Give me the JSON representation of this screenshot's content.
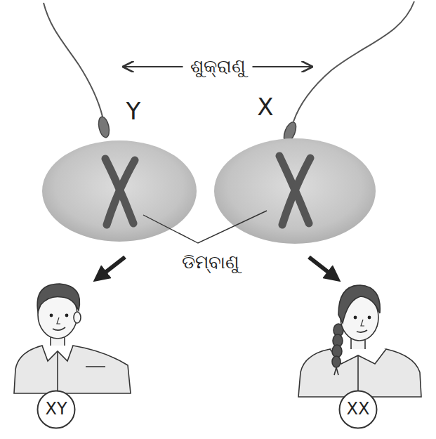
{
  "diagram": {
    "nodes": [
      {
        "text": [
          "XY"
        ]
      },
      {
        "text": [
          "XX"
        ]
      }
    ],
    "labels": [
      "ଶୁକ୍ରାଣୁ",
      "Y",
      "X",
      "ଡିମ୍ବାଣୁ"
    ]
  }
}
